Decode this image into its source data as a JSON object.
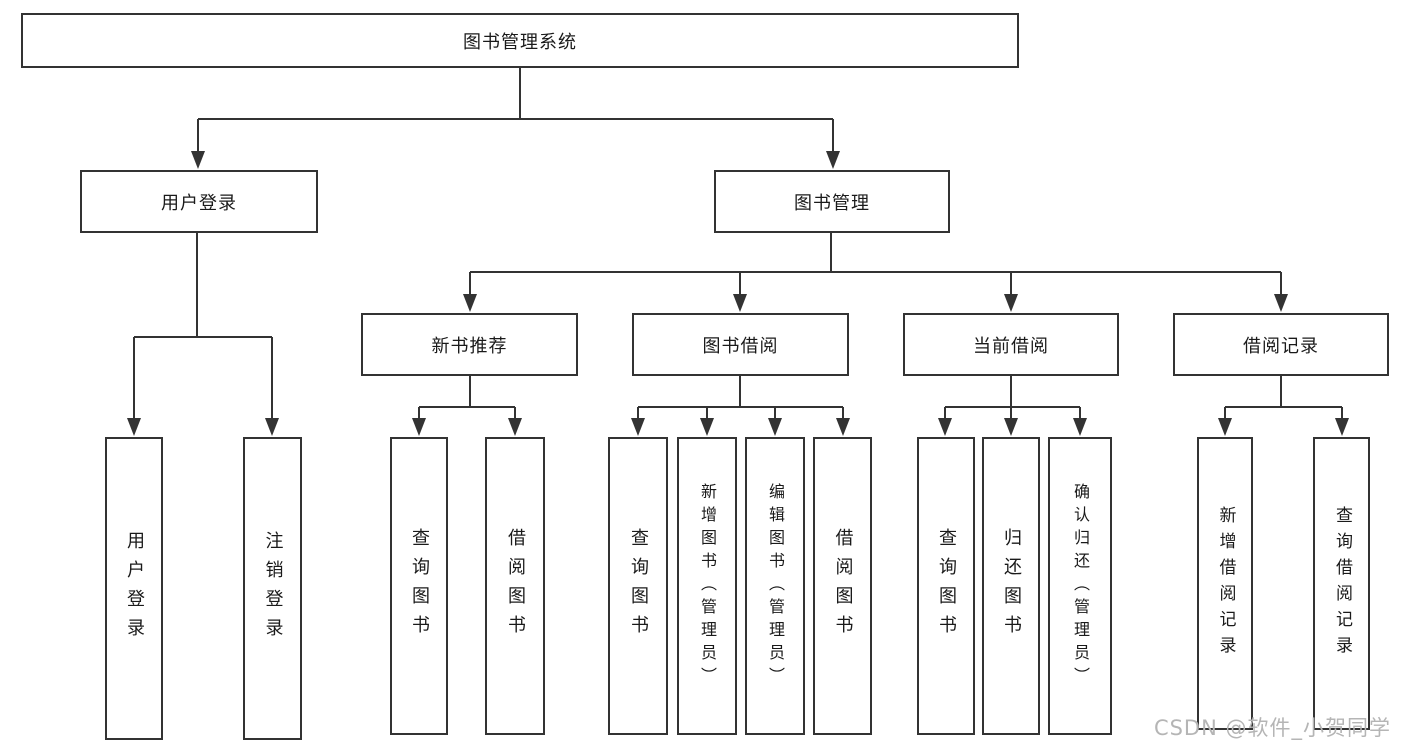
{
  "tree": {
    "label": "图书管理系统",
    "children": [
      {
        "label": "用户登录",
        "children": [
          {
            "label": "用户登录"
          },
          {
            "label": "注销登录"
          }
        ]
      },
      {
        "label": "图书管理",
        "children": [
          {
            "label": "新书推荐",
            "children": [
              {
                "label": "查询图书"
              },
              {
                "label": "借阅图书"
              }
            ]
          },
          {
            "label": "图书借阅",
            "children": [
              {
                "label": "查询图书"
              },
              {
                "label": "新增图书（管理员）"
              },
              {
                "label": "编辑图书（管理员）"
              },
              {
                "label": "借阅图书"
              }
            ]
          },
          {
            "label": "当前借阅",
            "children": [
              {
                "label": "查询图书"
              },
              {
                "label": "归还图书"
              },
              {
                "label": "确认归还（管理员）"
              }
            ]
          },
          {
            "label": "借阅记录",
            "children": [
              {
                "label": "新增借阅记录"
              },
              {
                "label": "查询借阅记录"
              }
            ]
          }
        ]
      }
    ]
  },
  "watermark": {
    "text": "CSDN @软件_小贺同学"
  },
  "colors": {
    "line": "#333333",
    "text": "#1a1a1a",
    "watermark": "#b5b5b5",
    "box_background": "#ffffff"
  }
}
